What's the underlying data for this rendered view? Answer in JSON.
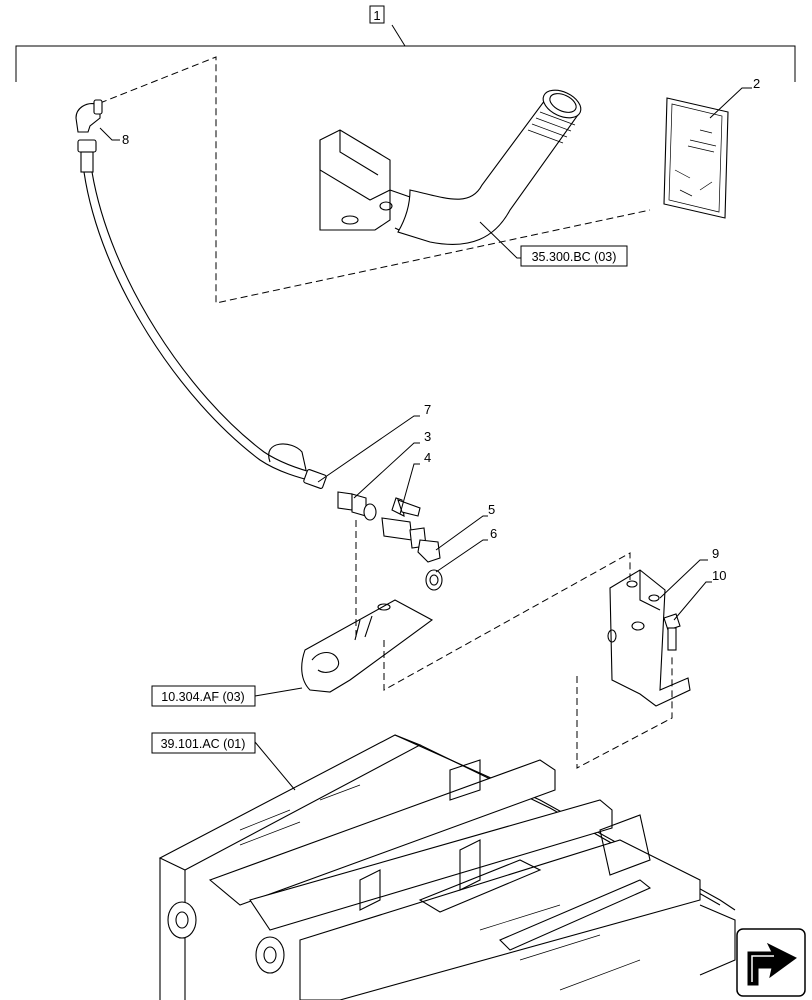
{
  "assembly": {
    "item_number": "1"
  },
  "callouts": [
    {
      "id": "c2",
      "text": "2"
    },
    {
      "id": "c3",
      "text": "3"
    },
    {
      "id": "c4",
      "text": "4"
    },
    {
      "id": "c5",
      "text": "5"
    },
    {
      "id": "c6",
      "text": "6"
    },
    {
      "id": "c7",
      "text": "7"
    },
    {
      "id": "c8",
      "text": "8"
    },
    {
      "id": "c9",
      "text": "9"
    },
    {
      "id": "c10",
      "text": "10"
    }
  ],
  "references": [
    {
      "id": "r1",
      "text": "35.300.BC (03)"
    },
    {
      "id": "r2",
      "text": "10.304.AF (03)"
    },
    {
      "id": "r3",
      "text": "39.101.AC (01)"
    }
  ],
  "nav": {
    "icon": "next-page-arrow-icon"
  }
}
